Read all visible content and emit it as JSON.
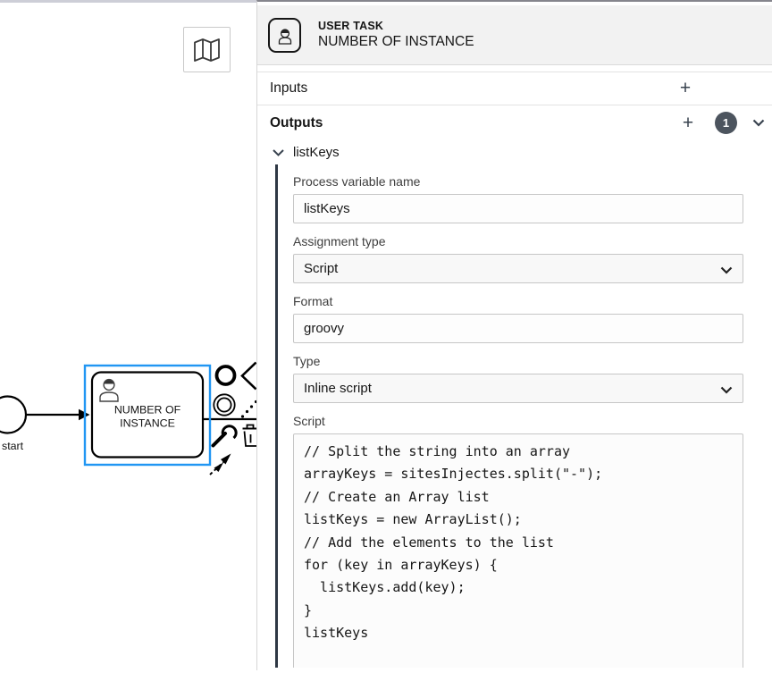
{
  "colors": {
    "selection_outline": "#2196f3",
    "panel_header_bg": "#f2f2f2",
    "icon_dark": "#39434f",
    "badge_bg": "#4c545e",
    "open_entry_rule": "#2e3744"
  },
  "icons": {
    "plus": "+"
  },
  "canvas": {
    "minimap": {
      "icon": "map-icon"
    },
    "diagram": {
      "start_event": {
        "label": "start"
      },
      "task": {
        "label_line1": "NUMBER OF",
        "label_line2": "INSTANCE",
        "selected": true
      },
      "context_pad_icons": [
        "append-end-event-icon",
        "append-gateway-icon",
        "append-intermediate-event-icon",
        "append-text-annotation-icon",
        "change-type-wrench-icon",
        "delete-trash-icon",
        "connect-arrow-icon"
      ]
    }
  },
  "properties_panel": {
    "header": {
      "type_label": "USER TASK",
      "name": "NUMBER OF INSTANCE"
    },
    "groups": {
      "inputs": {
        "label": "Inputs"
      },
      "outputs": {
        "label": "Outputs",
        "count": "1"
      }
    },
    "output_item": {
      "name": "listKeys",
      "fields": [
        {
          "label": "Process variable name",
          "type": "text",
          "value": "listKeys"
        },
        {
          "label": "Assignment type",
          "type": "select",
          "value": "Script"
        },
        {
          "label": "Format",
          "type": "text",
          "value": "groovy"
        },
        {
          "label": "Type",
          "type": "select",
          "value": "Inline script"
        },
        {
          "label": "Script",
          "type": "textarea",
          "value": "// Split the string into an array\narrayKeys = sitesInjectes.split(\"-\");\n// Create an Array list\nlistKeys = new ArrayList();\n// Add the elements to the list\nfor (key in arrayKeys) {\n  listKeys.add(key);\n}\nlistKeys"
        }
      ]
    }
  }
}
